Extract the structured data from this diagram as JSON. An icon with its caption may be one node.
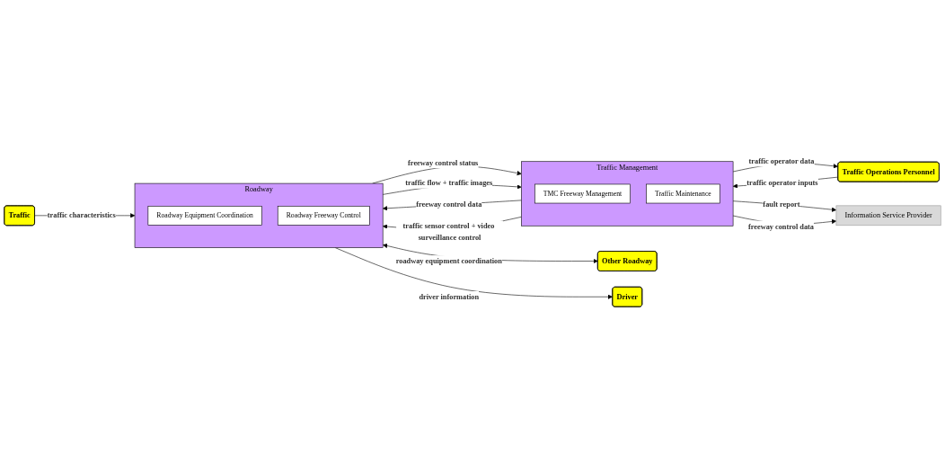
{
  "diagram": {
    "nodes": [
      {
        "text": [
          "Traffic Management"
        ]
      },
      {
        "text": [
          "TMC Freeway Management"
        ],
        "in": 0
      },
      {
        "text": [
          "Traffic Maintenance"
        ],
        "in": 0
      },
      {
        "text": [
          "Roadway"
        ]
      },
      {
        "text": [
          "Roadway Equipment Coordination"
        ],
        "in": 3
      },
      {
        "text": [
          "Roadway Freeway Control"
        ],
        "in": 3
      },
      {
        "text": [
          "Other Roadway"
        ]
      },
      {
        "text": [
          "Driver"
        ]
      },
      {
        "text": [
          "Traffic"
        ]
      },
      {
        "text": [
          "Traffic Operations Personnel"
        ]
      },
      {
        "text": [
          "Information Service Provider"
        ]
      }
    ],
    "edges": [
      {
        "from": 0,
        "to": 3,
        "arrow": "to",
        "label": "freeway control data"
      },
      {
        "from": 3,
        "to": 0,
        "arrow": "to",
        "label": "freeway control status"
      },
      {
        "from": 3,
        "to": 0,
        "arrow": "to",
        "label": "traffic flow + traffic images"
      },
      {
        "from": 0,
        "to": 3,
        "arrow": "to",
        "label": "traffic sensor control + video surveillance control"
      },
      {
        "from": 3,
        "to": 6,
        "arrow": "both",
        "label": "roadway equipment coordination"
      },
      {
        "from": 3,
        "to": 7,
        "arrow": "to",
        "label": "driver information"
      },
      {
        "from": 8,
        "to": 3,
        "arrow": "to",
        "label": "traffic characteristics"
      },
      {
        "from": 0,
        "to": 9,
        "arrow": "to",
        "label": "traffic operator data"
      },
      {
        "from": 9,
        "to": 0,
        "arrow": "to",
        "label": "traffic operator inputs"
      },
      {
        "from": 0,
        "to": 10,
        "arrow": "to",
        "label": "fault report"
      },
      {
        "from": 0,
        "to": 10,
        "arrow": "to",
        "label": "freeway control data"
      }
    ]
  }
}
